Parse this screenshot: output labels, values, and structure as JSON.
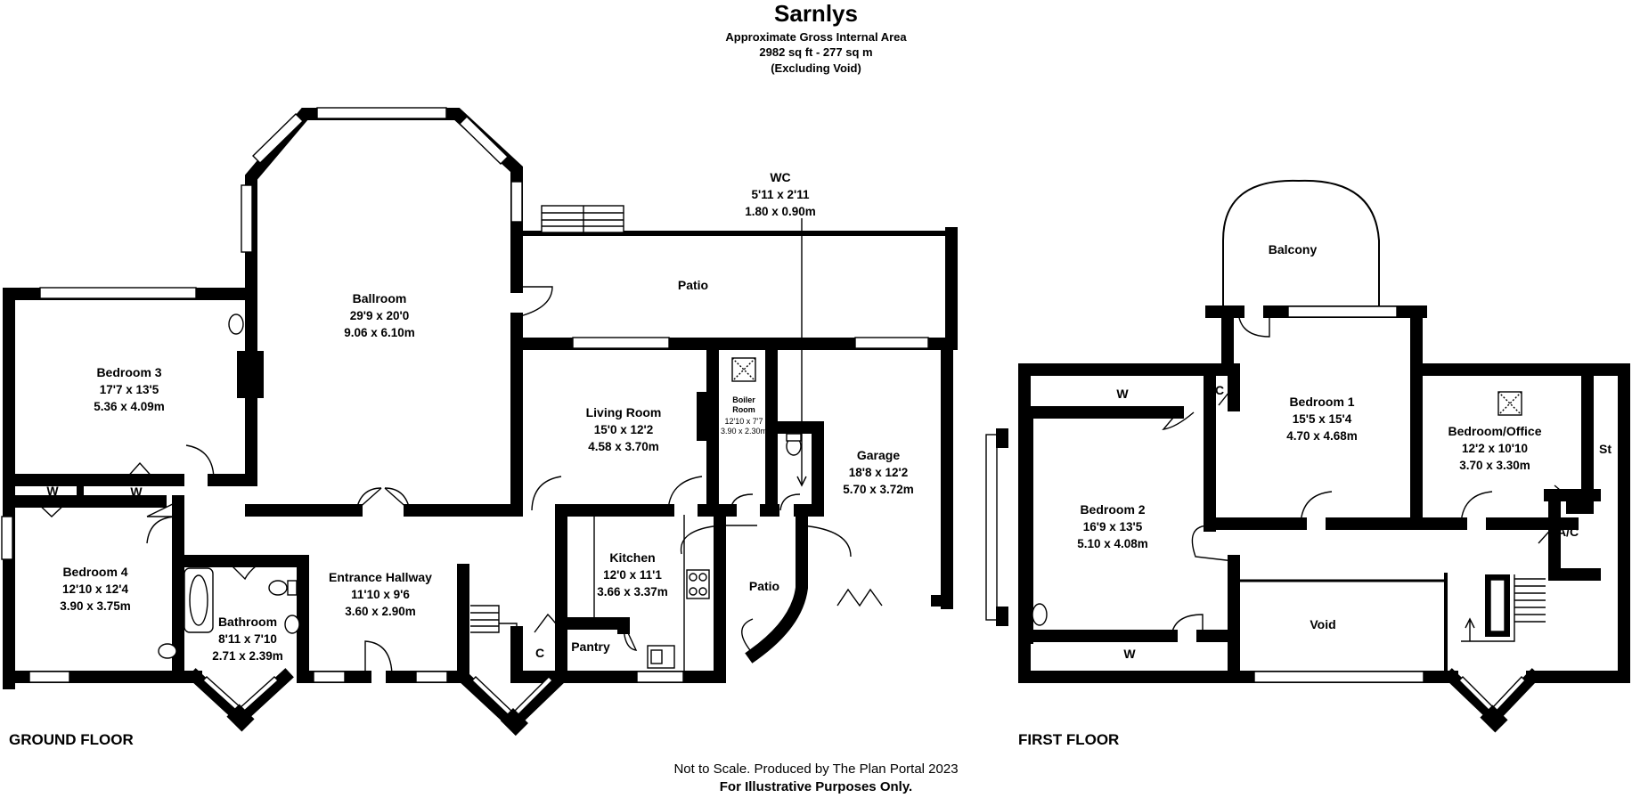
{
  "header": {
    "title": "Sarnlys",
    "line1": "Approximate Gross Internal Area",
    "line2": "2982 sq ft - 277 sq m",
    "line3": "(Excluding Void)"
  },
  "ground_floor": {
    "label": "GROUND FLOOR",
    "rooms": {
      "wc": {
        "name": "WC",
        "imperial": "5'11 x 2'11",
        "metric": "1.80 x 0.90m"
      },
      "ballroom": {
        "name": "Ballroom",
        "imperial": "29'9 x 20'0",
        "metric": "9.06 x 6.10m"
      },
      "patio_top": {
        "name": "Patio"
      },
      "bedroom3": {
        "name": "Bedroom 3",
        "imperial": "17'7 x 13'5",
        "metric": "5.36 x 4.09m"
      },
      "living": {
        "name": "Living Room",
        "imperial": "15'0 x 12'2",
        "metric": "4.58 x 3.70m"
      },
      "boiler": {
        "name1": "Boiler",
        "name2": "Room",
        "imperial": "12'10 x 7'7",
        "metric": "3.90 x 2.30m"
      },
      "garage": {
        "name": "Garage",
        "imperial": "18'8 x 12'2",
        "metric": "5.70 x 3.72m"
      },
      "bedroom4": {
        "name": "Bedroom 4",
        "imperial": "12'10 x 12'4",
        "metric": "3.90 x 3.75m"
      },
      "bathroom": {
        "name": "Bathroom",
        "imperial": "8'11 x 7'10",
        "metric": "2.71 x 2.39m"
      },
      "hallway": {
        "name": "Entrance Hallway",
        "imperial": "11'10 x 9'6",
        "metric": "3.60 x 2.90m"
      },
      "kitchen": {
        "name": "Kitchen",
        "imperial": "12'0 x 11'1",
        "metric": "3.66 x 3.37m"
      },
      "patio_small": {
        "name": "Patio"
      },
      "pantry": {
        "name": "Pantry"
      },
      "cupboard": {
        "name": "C"
      },
      "wardrobe1": {
        "name": "W"
      },
      "wardrobe2": {
        "name": "W"
      }
    }
  },
  "first_floor": {
    "label": "FIRST FLOOR",
    "rooms": {
      "balcony": {
        "name": "Balcony"
      },
      "bedroom1": {
        "name": "Bedroom 1",
        "imperial": "15'5 x 15'4",
        "metric": "4.70 x 4.68m"
      },
      "bedroom2": {
        "name": "Bedroom 2",
        "imperial": "16'9 x 13'5",
        "metric": "5.10 x 4.08m"
      },
      "office": {
        "name": "Bedroom/Office",
        "imperial": "12'2 x 10'10",
        "metric": "3.70 x 3.30m"
      },
      "void": {
        "name": "Void"
      },
      "store": {
        "name": "St"
      },
      "aircon": {
        "name": "A/C"
      },
      "cupboard": {
        "name": "C"
      },
      "wardrobe_top": {
        "name": "W"
      },
      "wardrobe_bottom": {
        "name": "W"
      }
    }
  },
  "footer": {
    "line1": "Not to Scale. Produced by The Plan Portal 2023",
    "line2": "For Illustrative Purposes Only."
  }
}
